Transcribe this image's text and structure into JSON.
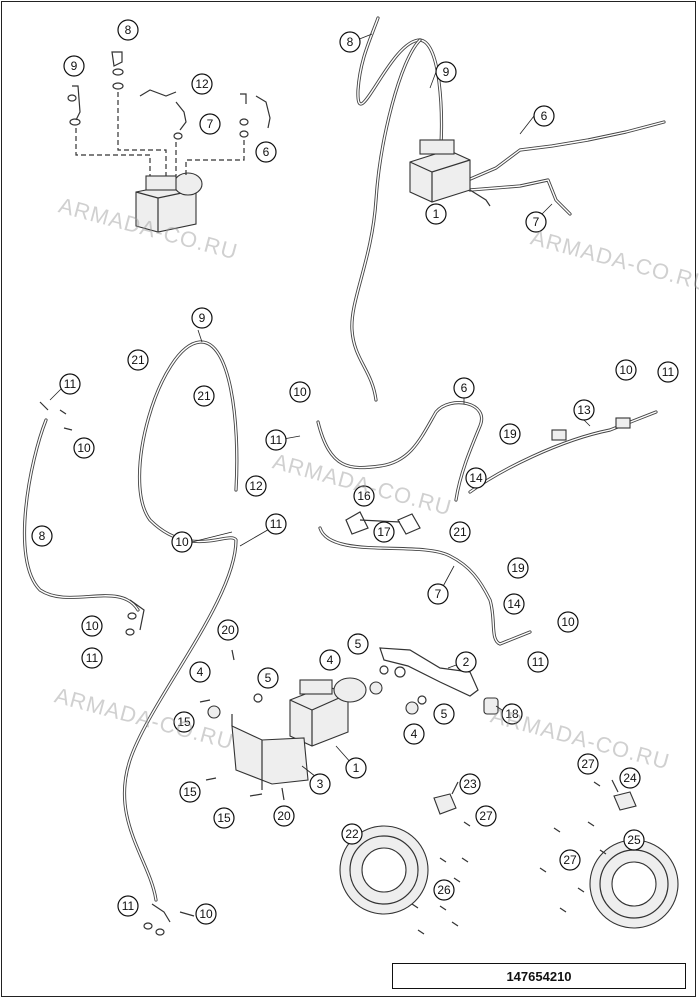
{
  "watermark": "ARMADA-CO.RU",
  "drawing_number": "147654210",
  "callouts": {
    "c1a": "1",
    "c1b": "1",
    "c2": "2",
    "c3": "3",
    "c4a": "4",
    "c4b": "4",
    "c4c": "4",
    "c5a": "5",
    "c5b": "5",
    "c5c": "5",
    "c6a": "6",
    "c6b": "6",
    "c6c": "6",
    "c7a": "7",
    "c7b": "7",
    "c7c": "7",
    "c8a": "8",
    "c8b": "8",
    "c8c": "8",
    "c9a": "9",
    "c9b": "9",
    "c9c": "9",
    "c10a": "10",
    "c10b": "10",
    "c10c": "10",
    "c10d": "10",
    "c10e": "10",
    "c10f": "10",
    "c10g": "10",
    "c11a": "11",
    "c11b": "11",
    "c11c": "11",
    "c11d": "11",
    "c11e": "11",
    "c11f": "11",
    "c11g": "11",
    "c12a": "12",
    "c12b": "12",
    "c13": "13",
    "c14a": "14",
    "c14b": "14",
    "c15a": "15",
    "c15b": "15",
    "c15c": "15",
    "c16": "16",
    "c17": "17",
    "c18": "18",
    "c19a": "19",
    "c19b": "19",
    "c20a": "20",
    "c20b": "20",
    "c21a": "21",
    "c21b": "21",
    "c21c": "21",
    "c22": "22",
    "c23": "23",
    "c24": "24",
    "c25": "25",
    "c26": "26",
    "c27a": "27",
    "c27b": "27",
    "c27c": "27"
  }
}
